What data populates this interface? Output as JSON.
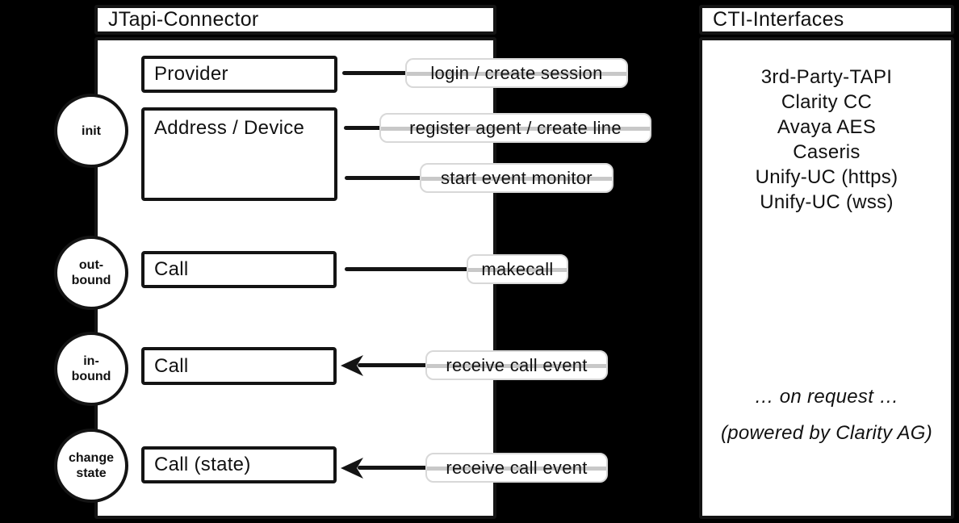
{
  "left_panel": {
    "title": "JTapi-Connector",
    "components": {
      "provider": "Provider",
      "address_device": "Address / Device",
      "call_outbound": "Call",
      "call_inbound": "Call",
      "call_state": "Call (state)"
    },
    "phases": [
      {
        "line1": "init",
        "line2": ""
      },
      {
        "line1": "out-",
        "line2": "bound"
      },
      {
        "line1": "in-",
        "line2": "bound"
      },
      {
        "line1": "change",
        "line2": "state"
      }
    ]
  },
  "arrows": [
    {
      "label": "login / create session",
      "direction": "right"
    },
    {
      "label": "register agent / create line",
      "direction": "right"
    },
    {
      "label": "start event monitor",
      "direction": "right"
    },
    {
      "label": "makecall",
      "direction": "right"
    },
    {
      "label": "receive call event",
      "direction": "left"
    },
    {
      "label": "receive call event",
      "direction": "left"
    }
  ],
  "right_panel": {
    "title": "CTI-Interfaces",
    "interfaces": [
      "3rd-Party-TAPI",
      "Clarity CC",
      "Avaya AES",
      "Caseris",
      "Unify-UC (https)",
      "Unify-UC (wss)"
    ],
    "footer": {
      "on_request": "… on request …",
      "powered_by": "(powered by Clarity AG)"
    }
  },
  "colors": {
    "background": "#000000",
    "panel": "#ffffff",
    "stroke": "#141414",
    "label_border": "#d8d8d8",
    "label_stripe": "#c8c8c8"
  }
}
